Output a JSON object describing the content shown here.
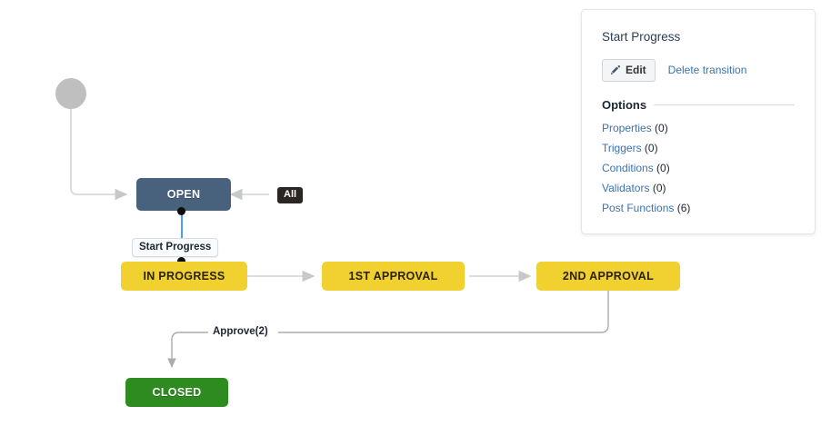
{
  "panel": {
    "title": "Start Progress",
    "edit_label": "Edit",
    "edit_icon": "pencil-icon",
    "delete_label": "Delete transition",
    "options_heading": "Options",
    "options": [
      {
        "label": "Properties",
        "count": "(0)"
      },
      {
        "label": "Triggers",
        "count": "(0)"
      },
      {
        "label": "Conditions",
        "count": "(0)"
      },
      {
        "label": "Validators",
        "count": "(0)"
      },
      {
        "label": "Post Functions",
        "count": "(6)"
      }
    ]
  },
  "diagram": {
    "nodes": [
      {
        "id": "start",
        "label": "",
        "kind": "start-circle"
      },
      {
        "id": "open",
        "label": "OPEN",
        "kind": "status-open"
      },
      {
        "id": "in_progress",
        "label": "IN PROGRESS",
        "kind": "status-yellow"
      },
      {
        "id": "first_approval",
        "label": "1ST APPROVAL",
        "kind": "status-yellow"
      },
      {
        "id": "second_approval",
        "label": "2ND APPROVAL",
        "kind": "status-yellow"
      },
      {
        "id": "closed",
        "label": "CLOSED",
        "kind": "status-green"
      }
    ],
    "edge_labels": {
      "all": "All",
      "start_progress": "Start Progress",
      "approve": "Approve(2)"
    }
  },
  "colors": {
    "open": "#48617d",
    "yellow": "#f0d130",
    "green": "#2d8b1f",
    "badge": "#2b2523",
    "selected_edge": "#4c9aff",
    "edge": "#cfd0d2",
    "start_circle": "#bfbfbf",
    "link": "#3b73af"
  }
}
